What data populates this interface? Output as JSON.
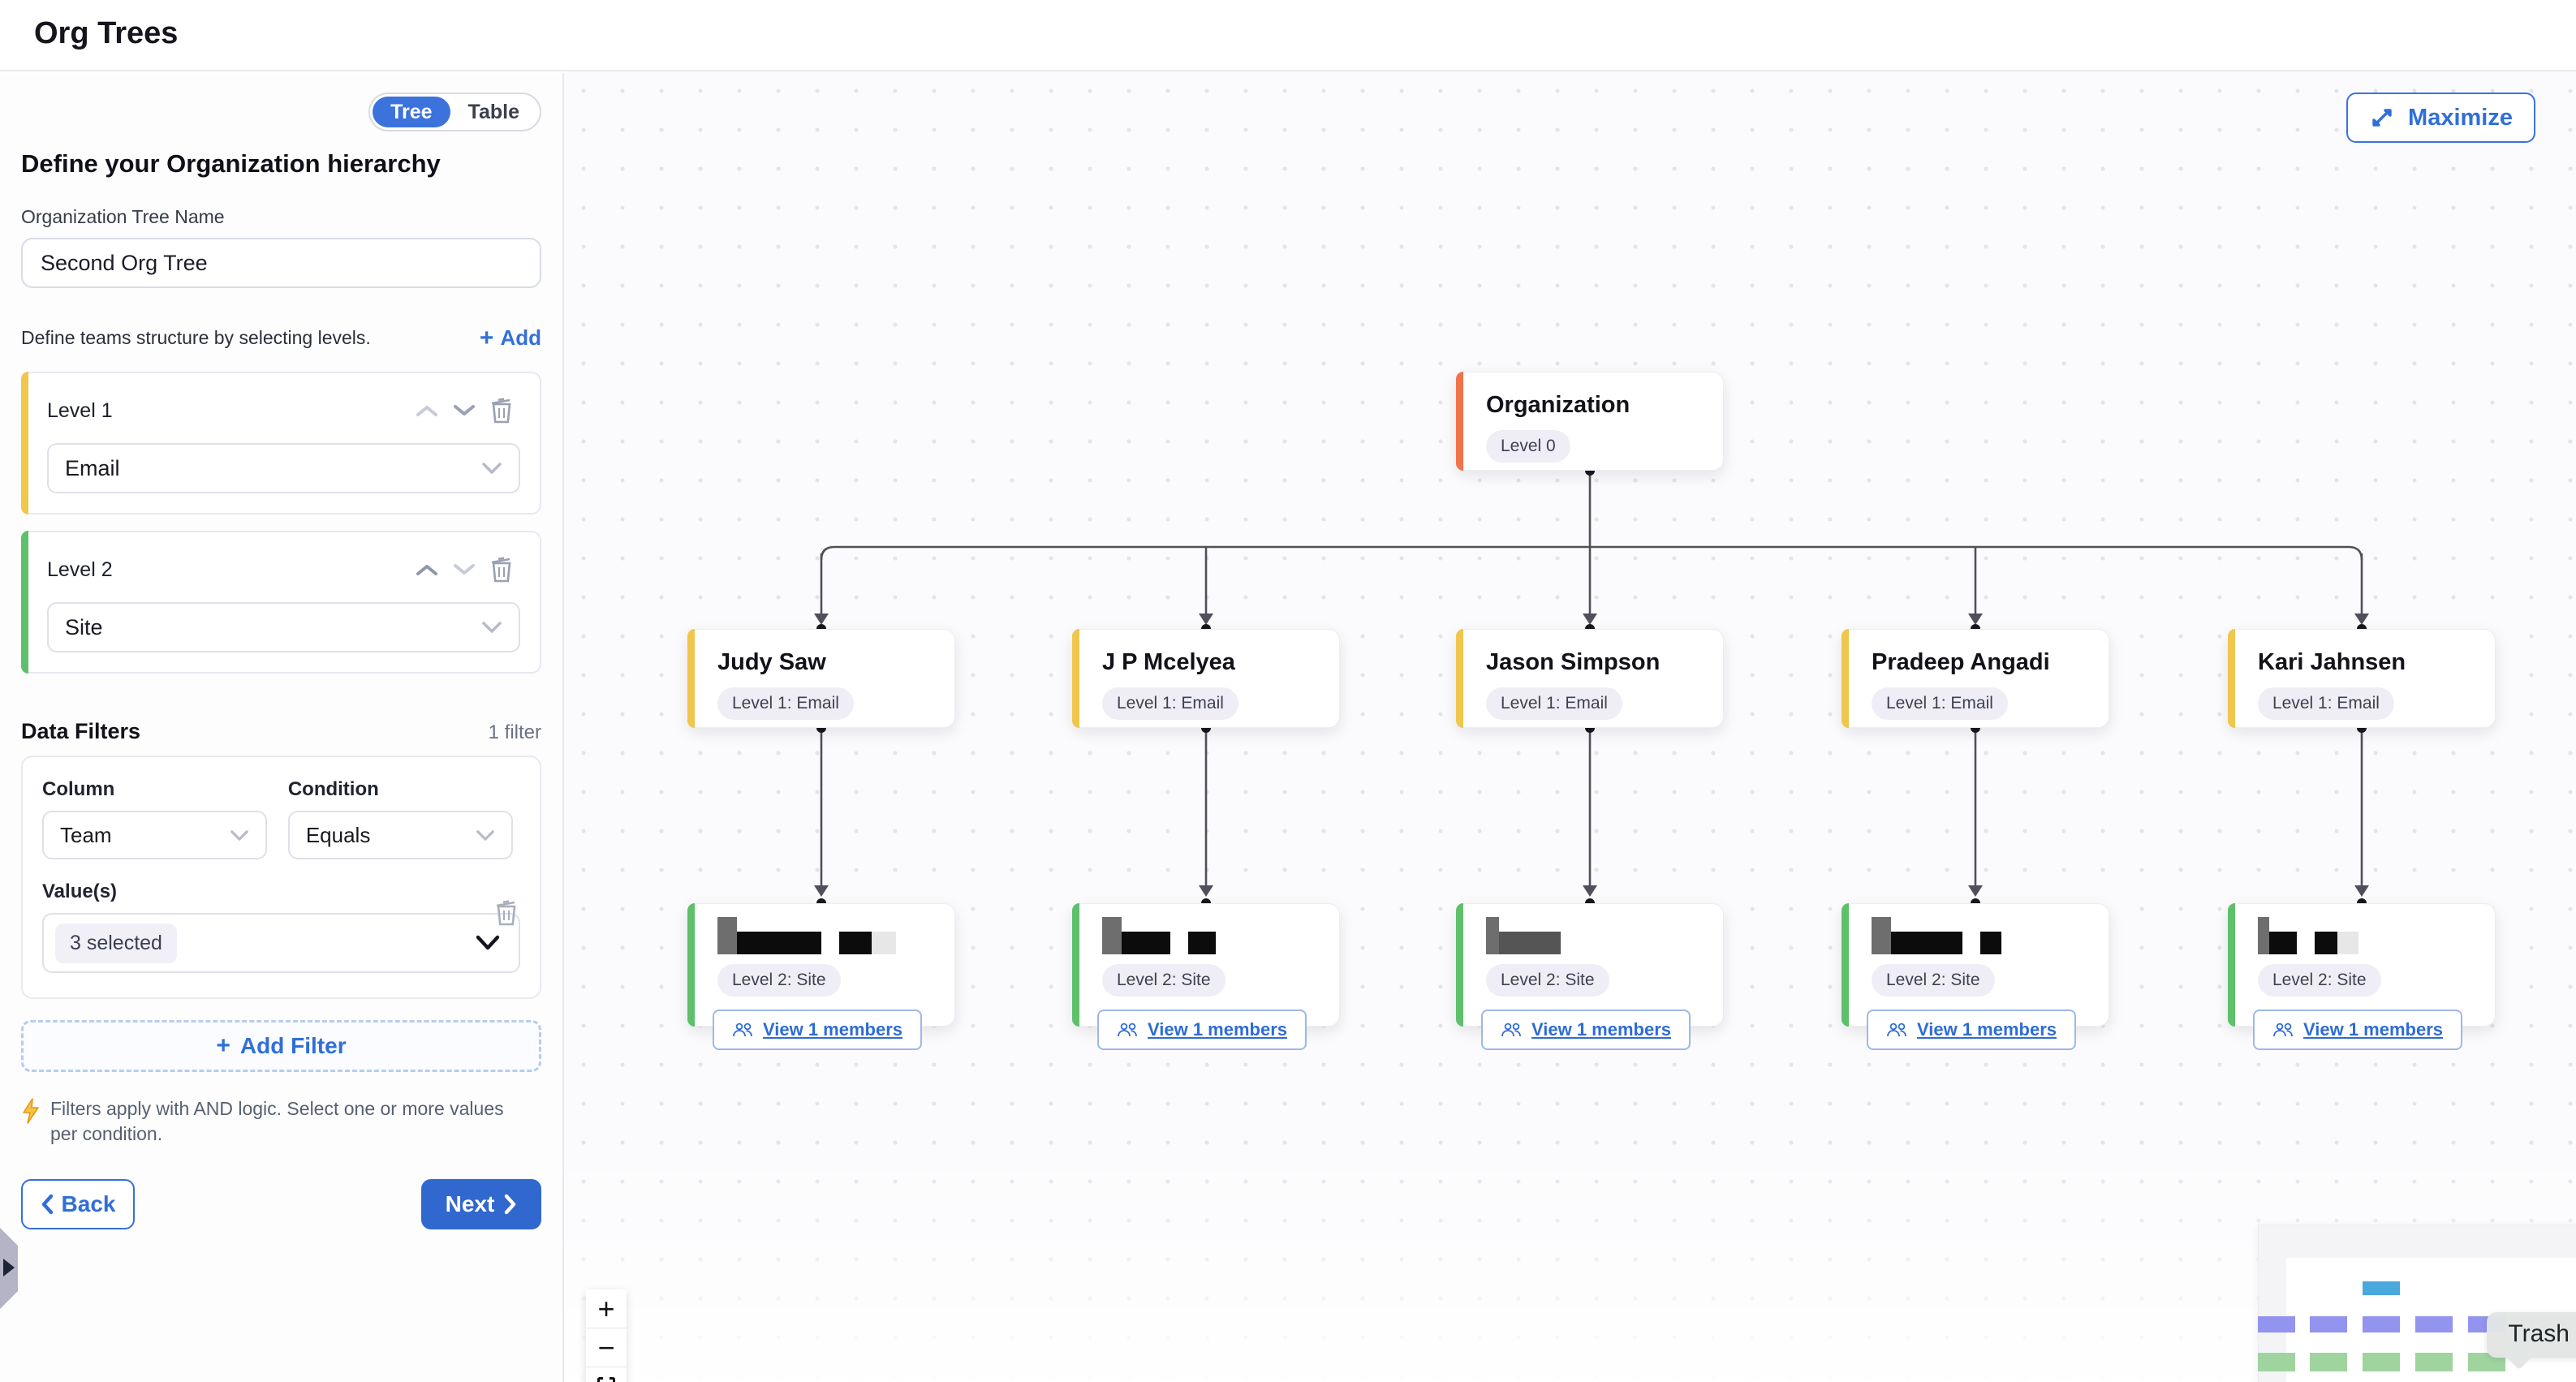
{
  "header": {
    "title": "Org Trees"
  },
  "sidebar": {
    "view_toggle": {
      "options": [
        "Tree",
        "Table"
      ],
      "active": "Tree"
    },
    "heading": "Define your Organization hierarchy",
    "tree_name": {
      "label": "Organization Tree Name",
      "value": "Second Org Tree"
    },
    "levels_section": {
      "hint": "Define teams structure by selecting levels.",
      "add_label": "Add"
    },
    "levels": [
      {
        "label": "Level 1",
        "value": "Email",
        "accent": "#F0C64D"
      },
      {
        "label": "Level 2",
        "value": "Site",
        "accent": "#5EC06A"
      }
    ],
    "data_filters": {
      "title": "Data Filters",
      "count_label": "1 filter",
      "filter": {
        "column_label": "Column",
        "column_value": "Team",
        "condition_label": "Condition",
        "condition_value": "Equals",
        "values_label": "Value(s)",
        "values_value": "3 selected"
      },
      "add_filter_label": "Add Filter",
      "note": "Filters apply with AND logic. Select one or more values per condition."
    },
    "back_label": "Back",
    "next_label": "Next"
  },
  "canvas": {
    "maximize_label": "Maximize",
    "zoom_in_label": "+",
    "zoom_out_label": "−",
    "trash_tooltip": "Trash",
    "tree": {
      "root": {
        "name": "Organization",
        "badge": "Level 0",
        "accent": "#F2734A"
      },
      "level1_accent": "#F0C64D",
      "level2_accent": "#5EC06A",
      "level1": [
        {
          "name": "Judy Saw",
          "badge": "Level 1: Email"
        },
        {
          "name": "J P Mcelyea",
          "badge": "Level 1: Email"
        },
        {
          "name": "Jason Simpson",
          "badge": "Level 1: Email"
        },
        {
          "name": "Pradeep Angadi",
          "badge": "Level 1: Email"
        },
        {
          "name": "Kari Jahnsen",
          "badge": "Level 1: Email"
        }
      ],
      "level2": [
        {
          "name_redacted": true,
          "badge": "Level 2: Site",
          "members_label": "View 1 members"
        },
        {
          "name_redacted": true,
          "badge": "Level 2: Site",
          "members_label": "View 1 members"
        },
        {
          "name_redacted": true,
          "badge": "Level 2: Site",
          "members_label": "View 1 members"
        },
        {
          "name_redacted": true,
          "badge": "Level 2: Site",
          "members_label": "View 1 members"
        },
        {
          "name_redacted": true,
          "badge": "Level 2: Site",
          "members_label": "View 1 members"
        }
      ]
    },
    "colors": {
      "primary_blue": "#3470D8",
      "edge": "#50505A",
      "minimap_root": "#49A8DD",
      "minimap_level1": "#9393F0",
      "minimap_level2": "#9FD49F"
    }
  }
}
